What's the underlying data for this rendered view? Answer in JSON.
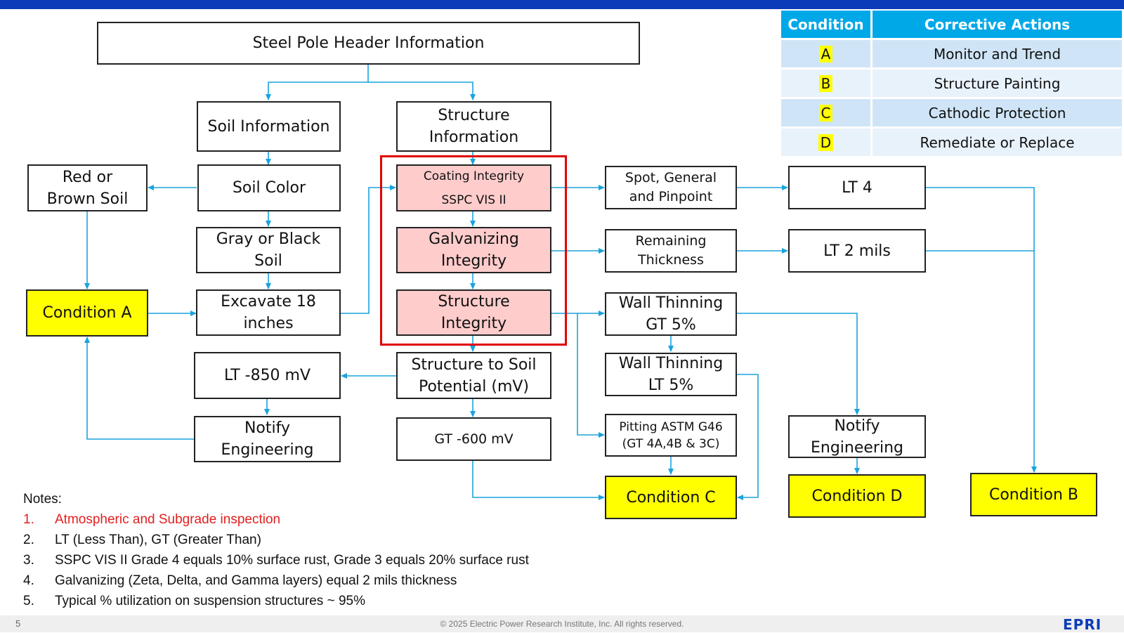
{
  "header": "Steel Pole Header Information",
  "nodes": {
    "soil_info": [
      "Soil Information"
    ],
    "structure_info": [
      "Structure",
      "Information"
    ],
    "red_brown": [
      "Red or",
      "Brown Soil"
    ],
    "soil_color": [
      "Soil Color"
    ],
    "gray_black": [
      "Gray or Black",
      "Soil"
    ],
    "condition_a": [
      "Condition A"
    ],
    "excavate": [
      "Excavate 18",
      "inches"
    ],
    "lt_850": [
      "LT -850 mV"
    ],
    "notify_left": [
      "Notify",
      "Engineering"
    ],
    "coating": [
      "Coating Integrity",
      "",
      "SSPC VIS II"
    ],
    "galvanizing": [
      "Galvanizing",
      "Integrity"
    ],
    "structure_integrity": [
      "Structure",
      "Integrity"
    ],
    "potential": [
      "Structure to Soil",
      "Potential (mV)"
    ],
    "gt_600": [
      "GT -600 mV"
    ],
    "spot": [
      "Spot, General",
      "and Pinpoint"
    ],
    "remaining": [
      "Remaining",
      "Thickness"
    ],
    "wall_gt": [
      "Wall Thinning",
      "GT 5%"
    ],
    "wall_lt": [
      "Wall Thinning",
      "LT 5%"
    ],
    "pitting": [
      "Pitting ASTM G46",
      "(GT 4A,4B & 3C)"
    ],
    "condition_c": [
      "Condition C"
    ],
    "lt4": [
      "LT 4"
    ],
    "lt2": [
      "LT 2 mils"
    ],
    "notify_right": [
      "Notify",
      "Engineering"
    ],
    "condition_d": [
      "Condition D"
    ],
    "condition_b": [
      "Condition B"
    ]
  },
  "legend": {
    "headers": [
      "Condition",
      "Corrective Actions"
    ],
    "rows": [
      {
        "condition": "A",
        "action": "Monitor and Trend"
      },
      {
        "condition": "B",
        "action": "Structure Painting"
      },
      {
        "condition": "C",
        "action": "Cathodic Protection"
      },
      {
        "condition": "D",
        "action": "Remediate or Replace"
      }
    ]
  },
  "notes": {
    "title": "Notes:",
    "items": [
      {
        "num": "1.",
        "text": "Atmospheric and Subgrade inspection"
      },
      {
        "num": "2.",
        "text": "LT (Less Than), GT (Greater Than)"
      },
      {
        "num": "3.",
        "text": "SSPC VIS II Grade 4 equals 10% surface rust, Grade 3 equals 20% surface rust"
      },
      {
        "num": "4.",
        "text": "Galvanizing (Zeta, Delta, and Gamma layers) equal 2 mils thickness"
      },
      {
        "num": "5.",
        "text": "Typical % utilization on suspension structures ~ 95%"
      }
    ]
  },
  "footer": {
    "page": "5",
    "copyright": "© 2025 Electric Power Research Institute, Inc. All rights reserved.",
    "logo": "EPRI"
  },
  "colors": {
    "arrow": "#1aa3dd",
    "condition_fill": "#ffff00",
    "highlight_fill": "#ffcccc",
    "highlight_border": "#e00000",
    "topbar": "#0b3bb8"
  }
}
